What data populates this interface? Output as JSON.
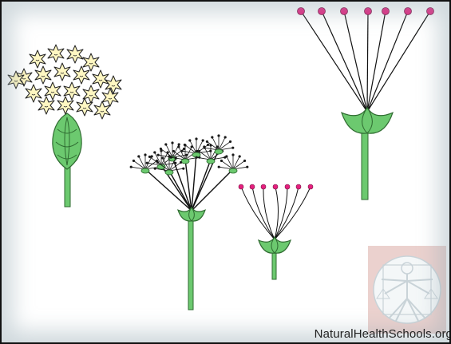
{
  "watermark": {
    "text": "NaturalHealthSchools.org",
    "emblem": "vitruvian-man-logo"
  },
  "colors": {
    "background": "#ffffff",
    "border": "#111111",
    "stem": "#6cc96f",
    "stem_outline": "#2f6b31",
    "floret": "#fff7c2",
    "floret_outline": "#222222",
    "pedicel_dot": "#e6207e",
    "umbel_dot": "#1a1a1a",
    "emblem_bg": "#e8c9c6"
  },
  "figures": [
    {
      "name": "capitulum-head",
      "description_icon": "flower-head-icon"
    },
    {
      "name": "compound-umbel",
      "description_icon": "compound-umbel-icon"
    },
    {
      "name": "simple-umbel-small",
      "description_icon": "simple-umbel-icon"
    },
    {
      "name": "simple-umbel-large",
      "description_icon": "simple-umbel-icon"
    }
  ]
}
